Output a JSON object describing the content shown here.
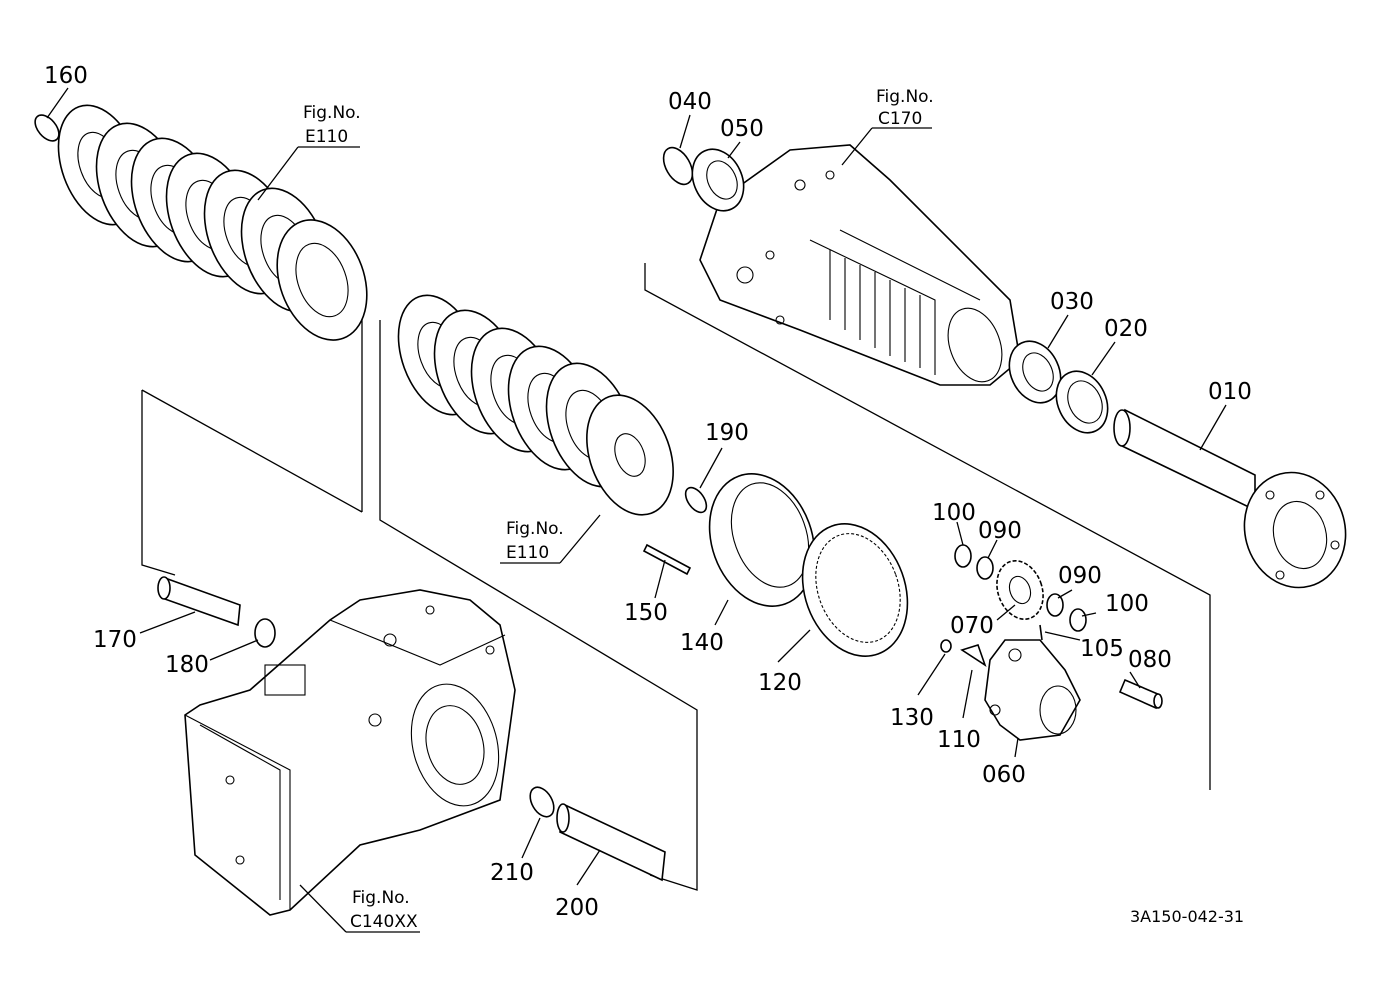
{
  "callouts": [
    {
      "id": "c160",
      "text": "160"
    },
    {
      "id": "c040",
      "text": "040"
    },
    {
      "id": "c050",
      "text": "050"
    },
    {
      "id": "c030",
      "text": "030"
    },
    {
      "id": "c020",
      "text": "020"
    },
    {
      "id": "c010",
      "text": "010"
    },
    {
      "id": "c190",
      "text": "190"
    },
    {
      "id": "c100a",
      "text": "100"
    },
    {
      "id": "c090a",
      "text": "090"
    },
    {
      "id": "c090b",
      "text": "090"
    },
    {
      "id": "c100b",
      "text": "100"
    },
    {
      "id": "c070",
      "text": "070"
    },
    {
      "id": "c105",
      "text": "105"
    },
    {
      "id": "c080",
      "text": "080"
    },
    {
      "id": "c150",
      "text": "150"
    },
    {
      "id": "c140",
      "text": "140"
    },
    {
      "id": "c120",
      "text": "120"
    },
    {
      "id": "c130",
      "text": "130"
    },
    {
      "id": "c110",
      "text": "110"
    },
    {
      "id": "c060",
      "text": "060"
    },
    {
      "id": "c170",
      "text": "170"
    },
    {
      "id": "c180",
      "text": "180"
    },
    {
      "id": "c210",
      "text": "210"
    },
    {
      "id": "c200",
      "text": "200"
    }
  ],
  "figure_refs": [
    {
      "id": "f1",
      "line1": "Fig.No.",
      "line2": "E110"
    },
    {
      "id": "f2",
      "line1": "Fig.No.",
      "line2": "C170"
    },
    {
      "id": "f3",
      "line1": "Fig.No.",
      "line2": "E110"
    },
    {
      "id": "f4",
      "line1": "Fig.No.",
      "line2": "C140XX"
    }
  ],
  "drawing_code": "3A150-042-31"
}
